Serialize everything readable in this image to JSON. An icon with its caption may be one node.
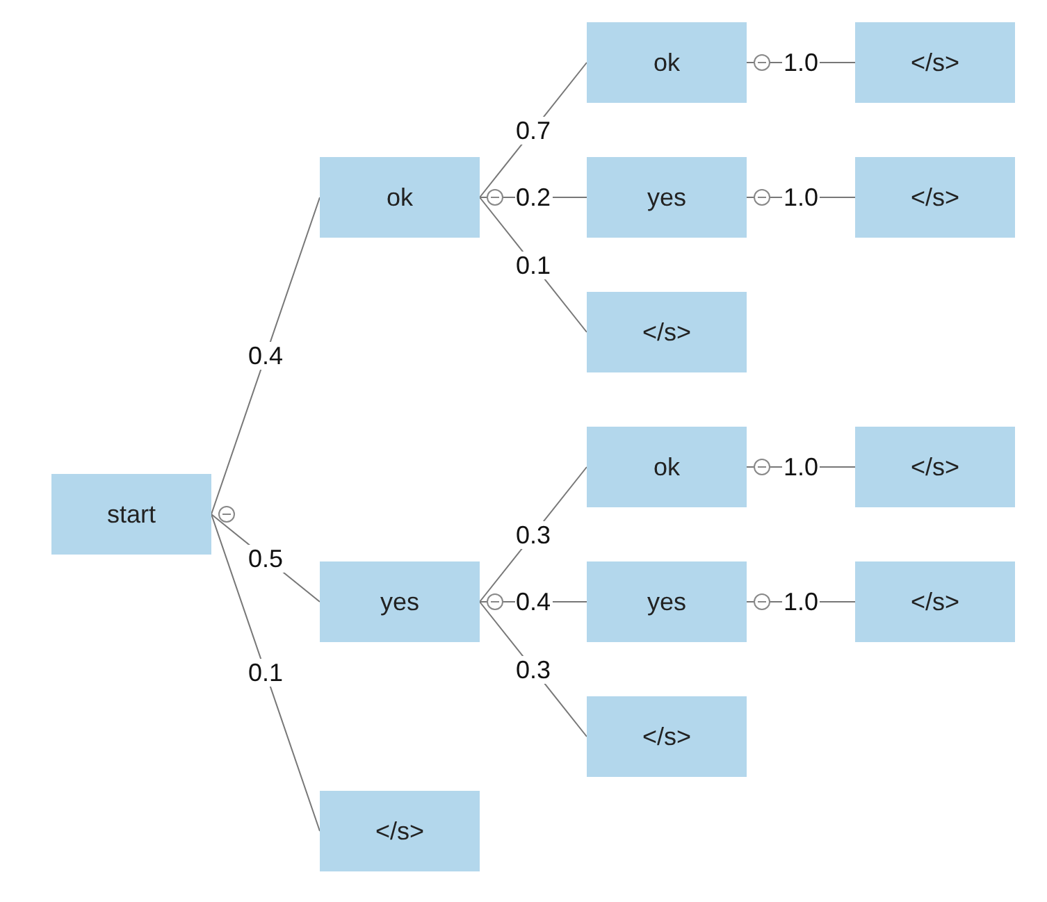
{
  "diagram": {
    "nodes": [
      {
        "text": [
          "start"
        ]
      },
      {
        "text": [
          "ok"
        ]
      },
      {
        "text": [
          "yes"
        ]
      },
      {
        "text": [
          "</s>"
        ]
      },
      {
        "text": [
          "ok"
        ]
      },
      {
        "text": [
          "yes"
        ]
      },
      {
        "text": [
          "</s>"
        ]
      },
      {
        "text": [
          "ok"
        ]
      },
      {
        "text": [
          "yes"
        ]
      },
      {
        "text": [
          "</s>"
        ]
      },
      {
        "text": [
          "</s>"
        ]
      },
      {
        "text": [
          "</s>"
        ]
      },
      {
        "text": [
          "</s>"
        ]
      },
      {
        "text": [
          "</s>"
        ]
      }
    ],
    "edges": [
      {
        "from": 0,
        "to": 1,
        "arrow": "none",
        "label": "0.4"
      },
      {
        "from": 0,
        "to": 2,
        "arrow": "none",
        "label": "0.5"
      },
      {
        "from": 0,
        "to": 3,
        "arrow": "none",
        "label": "0.1"
      },
      {
        "from": 1,
        "to": 4,
        "arrow": "none",
        "label": "0.7"
      },
      {
        "from": 1,
        "to": 5,
        "arrow": "none",
        "label": "0.2"
      },
      {
        "from": 1,
        "to": 6,
        "arrow": "none",
        "label": "0.1"
      },
      {
        "from": 2,
        "to": 7,
        "arrow": "none",
        "label": "0.3"
      },
      {
        "from": 2,
        "to": 8,
        "arrow": "none",
        "label": "0.4"
      },
      {
        "from": 2,
        "to": 9,
        "arrow": "none",
        "label": "0.3"
      },
      {
        "from": 4,
        "to": 10,
        "arrow": "none",
        "label": "1.0"
      },
      {
        "from": 5,
        "to": 11,
        "arrow": "none",
        "label": "1.0"
      },
      {
        "from": 7,
        "to": 12,
        "arrow": "none",
        "label": "1.0"
      },
      {
        "from": 8,
        "to": 13,
        "arrow": "none",
        "label": "1.0"
      }
    ]
  }
}
